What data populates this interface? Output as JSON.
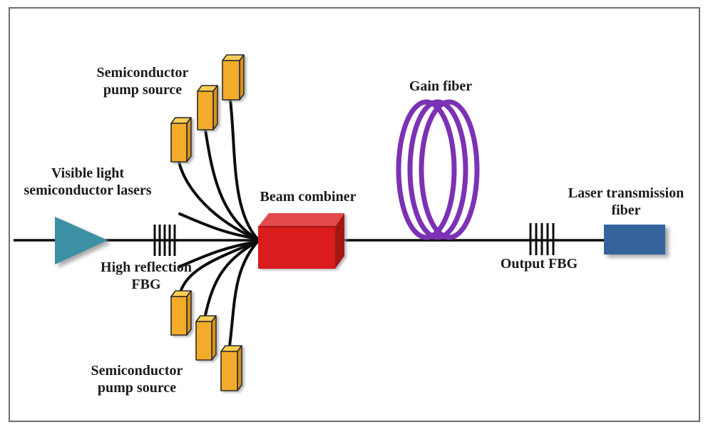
{
  "diagram": {
    "type": "fiber-laser-system-schematic",
    "labels": {
      "pump_top": {
        "line1": "Semiconductor",
        "line2": "pump source"
      },
      "visible_laser": {
        "line1": "Visible light",
        "line2": "semiconductor lasers"
      },
      "hr_fbg": {
        "line1": "High reflection",
        "line2": "FBG"
      },
      "beam_combiner": "Beam combiner",
      "gain_fiber": "Gain fiber",
      "output_fbg": "Output FBG",
      "transmission_fiber": {
        "line1": "Laser transmission",
        "line2": "fiber"
      },
      "pump_bottom": {
        "line1": "Semiconductor",
        "line2": "pump source"
      }
    },
    "colors": {
      "pump_box_front": "#F3AC2B",
      "pump_box_top": "#FCCE55",
      "pump_box_side": "#D8921F",
      "combiner_front": "#DB1B1E",
      "combiner_top": "#E14A4C",
      "combiner_side": "#A41215",
      "gain_coil": "#7B32B4",
      "seed_triangle": "#3E8FA3",
      "output_box": "#34639C",
      "fiber": "#0d0d0d",
      "border": "#6e6e6e",
      "text": "#1b1b1b"
    }
  }
}
